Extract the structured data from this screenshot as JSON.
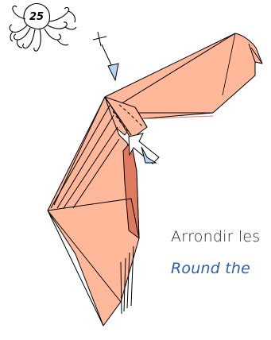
{
  "step": {
    "number": "25",
    "badge_icon": "octopus-icon"
  },
  "captions": {
    "french": "Arrondir les",
    "english": "Round the"
  },
  "colors": {
    "paper_front": "#ffb89a",
    "paper_edge": "#e07a5f",
    "arrow_fill": "#b8d4ee",
    "caption_en": "#2c5fb0",
    "outline": "#000000"
  },
  "icons": {
    "fold_arrow": "arrow-down-icon",
    "push_arrow": "arrow-push-icon"
  }
}
